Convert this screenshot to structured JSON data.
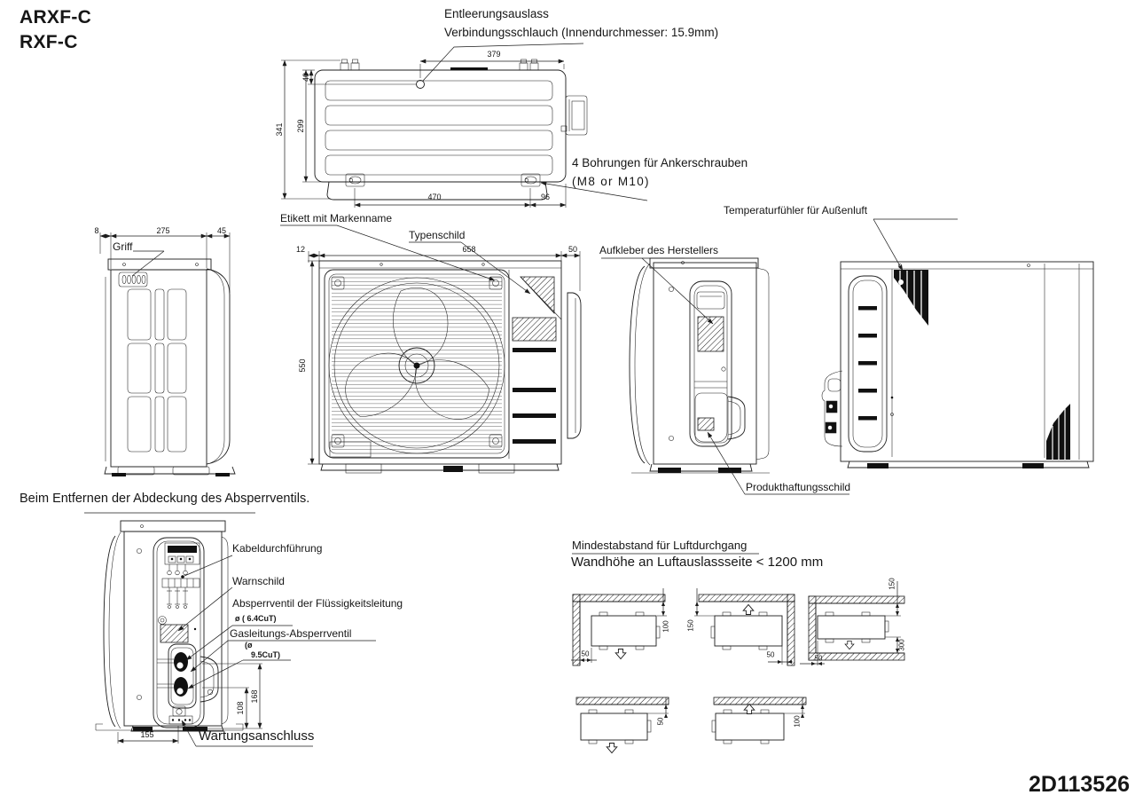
{
  "page": {
    "model_1": "ARXF-C",
    "model_2": "RXF-C",
    "doc_number": "2D113526"
  },
  "top_view": {
    "label_drain": "Entleerungsauslass",
    "label_hose": "Verbindungsschlauch (Innendurchmesser: 15.9mm)",
    "label_anchor_line1": "4 Bohrungen für Ankerschrauben",
    "label_anchor_line2": "(M8 or M10)",
    "dim_top_width": "379",
    "dim_height_outer": "341",
    "dim_height_inner": "299",
    "dim_drain_offset": "40",
    "dim_bottom_width": "470",
    "dim_bottom_right": "96"
  },
  "side_view": {
    "label_handle": "Griff",
    "dim_front": "8",
    "dim_depth": "275",
    "dim_grille": "45"
  },
  "front_view": {
    "label_brand": "Etikett mit Markenname",
    "label_nameplate": "Typenschild",
    "dim_left": "12",
    "dim_width": "658",
    "dim_right": "50",
    "dim_height": "550"
  },
  "right_view": {
    "label_maker": "Aufkleber des Herstellers",
    "label_liability": "Produkthaftungsschild"
  },
  "rear_view": {
    "label_sensor": "Temperaturfühler für Außenluft"
  },
  "valve_view": {
    "heading": "Beim Entfernen der Abdeckung des Absperrventils.",
    "label_cable": "Kabeldurchführung",
    "label_warning": "Warnschild",
    "label_liquid_valve": "Absperrventil der Flüssigkeitsleitung",
    "label_liquid_size": "ø ( 6.4CuT)",
    "label_gas_valve": "Gasleitungs-Absperrventil",
    "label_gas_size_1": "(ø",
    "label_gas_size_2": "9.5CuT)",
    "label_service": "Wartungsanschluss",
    "dim_base": "155",
    "dim_gas_height": "108",
    "dim_liquid_height": "168"
  },
  "clearance": {
    "heading": "Mindestabstand für Luftdurchgang",
    "subheading": "Wandhöhe an Luftauslassseite < 1200 mm",
    "d1_top": "100",
    "d1_left": "50",
    "d2_left": "150",
    "d2_right": "50",
    "d3_top": "150",
    "d3_bottom": "300",
    "d3_left": "50",
    "d4_gap": "50",
    "d5_gap": "100"
  }
}
